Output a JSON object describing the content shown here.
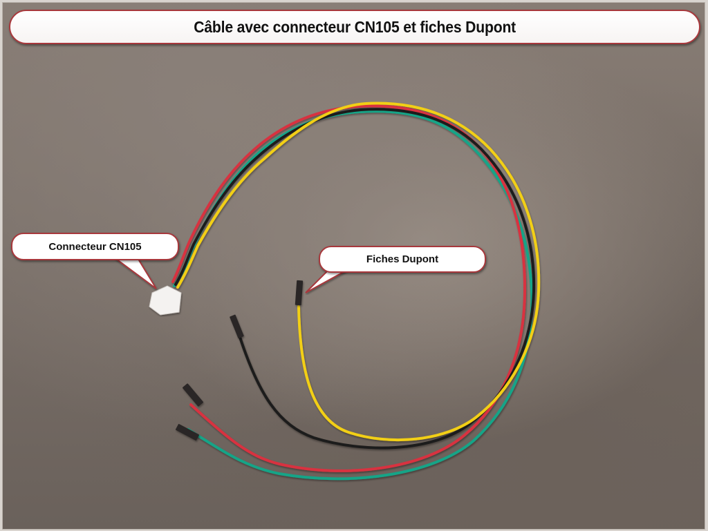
{
  "title": "Câble avec connecteur CN105 et fiches Dupont",
  "labels": {
    "connector": "Connecteur CN105",
    "dupont": "Fiches Dupont"
  },
  "wire_colors": {
    "red": "#d8313f",
    "black": "#1e1b1a",
    "yellow": "#f2cf12",
    "green": "#13a487"
  },
  "accent_border": "#a8383c"
}
